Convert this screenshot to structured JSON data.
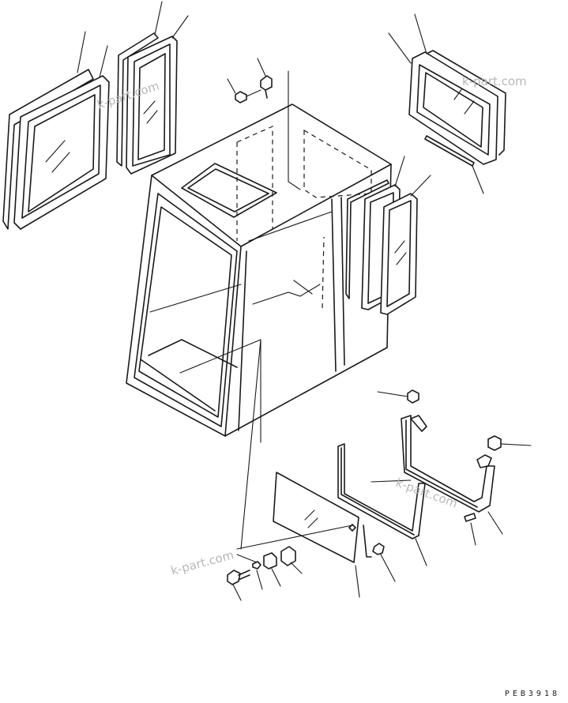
{
  "drawing_code": "PEB3918",
  "watermarks": [
    "k-part.com",
    "k-part.com",
    "k-part.com",
    "k-part.com"
  ]
}
